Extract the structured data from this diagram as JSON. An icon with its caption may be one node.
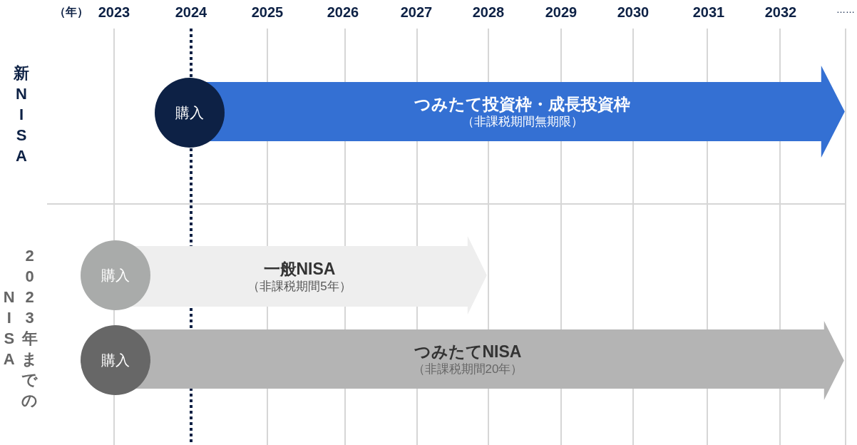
{
  "diagram": {
    "nodes": [
      {
        "text": [
          "購入"
        ]
      },
      {
        "text": [
          "つみたて投資枠・成長投資枠",
          "（非課税期間無期限）"
        ]
      },
      {
        "text": [
          "購入"
        ]
      },
      {
        "text": [
          "一般NISA",
          "（非課税期間5年）"
        ]
      },
      {
        "text": [
          "購入"
        ]
      },
      {
        "text": [
          "つみたてNISA",
          "（非課税期間20年）"
        ]
      }
    ],
    "labels": [
      "（年）",
      "2023",
      "2024",
      "2025",
      "2026",
      "2027",
      "2028",
      "2029",
      "2030",
      "2031",
      "2032",
      "……",
      "新NISA",
      "2023年までのNISA"
    ]
  }
}
